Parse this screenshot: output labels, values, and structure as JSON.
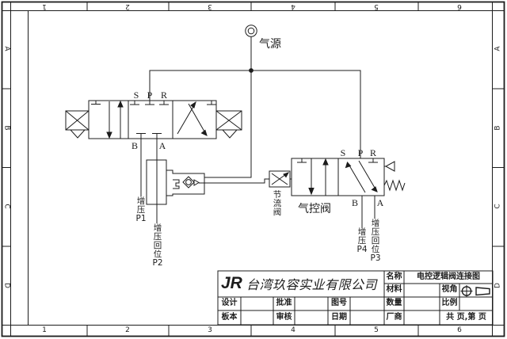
{
  "frame": {
    "top_ruler": [
      "1",
      "2",
      "3",
      "4",
      "5",
      "6"
    ],
    "bottom_ruler": [
      "1",
      "2",
      "3",
      "4",
      "5",
      "6"
    ],
    "left_ruler": [
      "A",
      "B",
      "C",
      "D"
    ],
    "right_ruler": [
      "A",
      "B",
      "C",
      "D"
    ]
  },
  "diagram": {
    "air_source_label": "气源",
    "solenoid_valve": {
      "port_s": "S",
      "port_p": "P",
      "port_r": "R",
      "port_b": "B",
      "port_a": "A"
    },
    "pilot_valve": {
      "label": "气控阀",
      "port_s": "S",
      "port_p": "P",
      "port_r": "R",
      "port_b": "B",
      "port_a": "A"
    },
    "throttle_valve_label": "节\n流\n阀",
    "boost_p1_label": "增\n压\nP1",
    "boost_return_p2_label": "增\n压\n回\n位\nP2",
    "boost_p4_label": "增\n压\nP4",
    "boost_return_p3_label": "增\n压\n回\n位\nP3"
  },
  "title_block": {
    "logo": "JR",
    "company": "台湾玖容实业有限公司",
    "name_label": "名称",
    "name_value": "电控逻辑阀连接图",
    "material_label": "材料",
    "material_value": "",
    "view_label": "视角",
    "quantity_label": "数量",
    "quantity_value": "",
    "scale_label": "比例",
    "scale_value": "",
    "vendor_label": "厂商",
    "vendor_value": "",
    "pages_label": "共 页,第 页",
    "design_label": "设计",
    "approve_label": "批准",
    "drawing_no_label": "图号",
    "version_label": "板本",
    "review_label": "审核",
    "date_label": "日期"
  },
  "colors": {
    "line": "#1c1c1c",
    "bg": "#ffffff"
  }
}
